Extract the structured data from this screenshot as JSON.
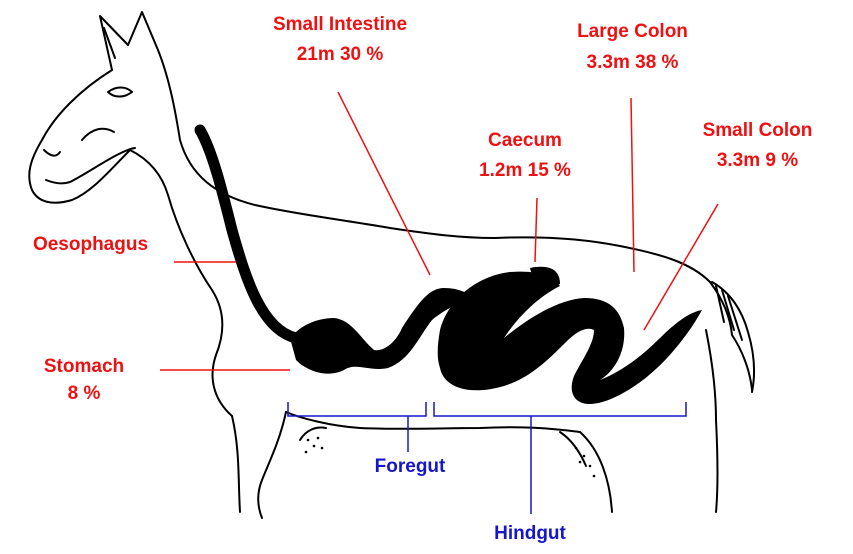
{
  "colors": {
    "label_red": "#ee1111",
    "label_blue": "#1515cc",
    "outline": "#000000",
    "gut_fill": "#000000"
  },
  "labels": {
    "small_intestine": {
      "name": "Small Intestine",
      "stats": "21m  30 %"
    },
    "large_colon": {
      "name": "Large Colon",
      "stats": "3.3m  38 %"
    },
    "caecum": {
      "name": "Caecum",
      "stats": "1.2m   15 %"
    },
    "small_colon": {
      "name": "Small Colon",
      "stats": "3.3m   9 %"
    },
    "oesophagus": {
      "name": "Oesophagus"
    },
    "stomach": {
      "name": "Stomach",
      "stats": "8 %"
    },
    "foregut": {
      "name": "Foregut"
    },
    "hindgut": {
      "name": "Hindgut"
    }
  }
}
